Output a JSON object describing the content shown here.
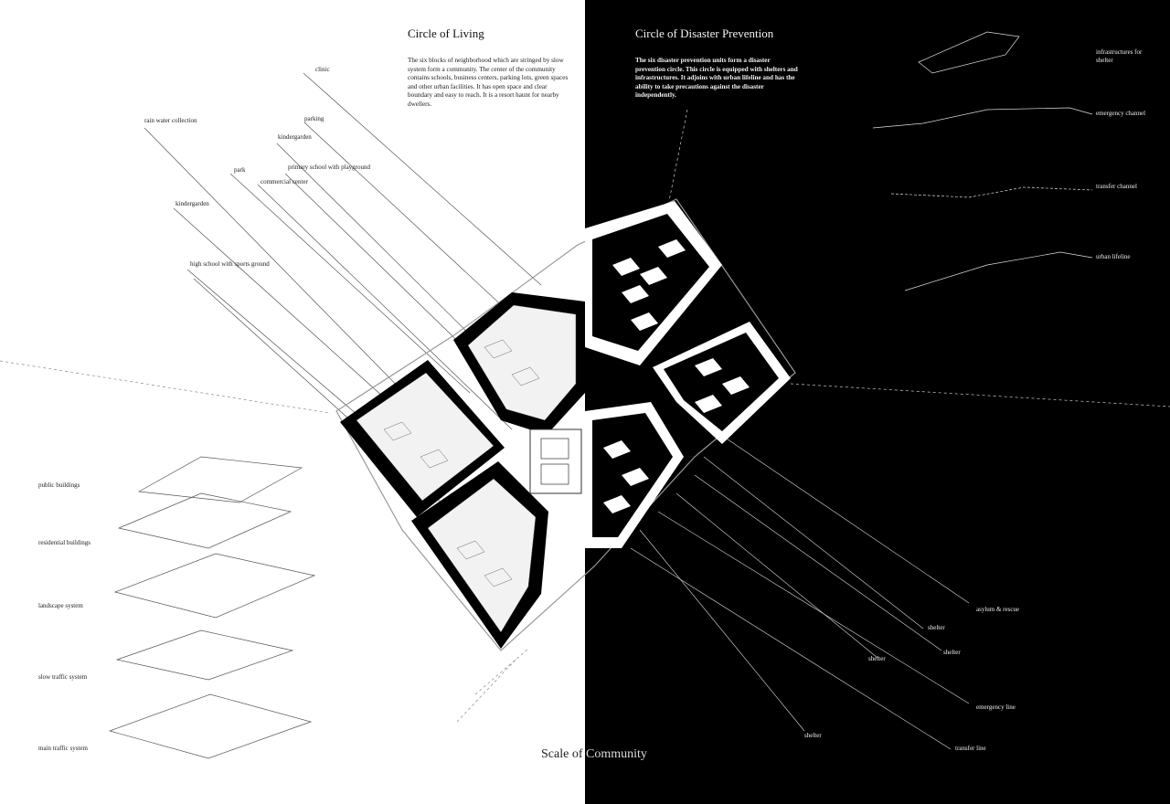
{
  "left": {
    "title": "Circle of Living",
    "description": "The six blocks of neighborhood which are stringed by slow system form a community. The center of the community contains schools, business centers, parking lots, green spaces and other urban facilities. It has open space and clear boundary and easy to reach. It is a resort haunt for nearby dwellers.",
    "callouts": [
      "clinic",
      "rain water collection",
      "parking",
      "kindergarden",
      "primary school with playground",
      "park",
      "commercial center",
      "kindergarden",
      "high school with sports ground"
    ],
    "layers": [
      "public  buildings",
      "residential  buildings",
      "landscape system",
      "slow traffic system",
      "main traffic system"
    ]
  },
  "right": {
    "title": "Circle of Disaster Prevention",
    "description": "The six disaster prevention units form a disaster prevention circle. This circle is equipped with shelters and infrastructures. It adjoins with urban lifeline and has the ability to take precautions against the disaster independently.",
    "layers": [
      "infrastructures for shelter",
      "emergency channel",
      "transfer channel",
      "urban lifeline"
    ],
    "callouts": [
      "asylum & rescue",
      "shelter",
      "shelter",
      "shelter",
      "emergency line",
      "shelter",
      "transfer line"
    ]
  },
  "footer_title_a": "Scale of ",
  "footer_title_b": "Community"
}
